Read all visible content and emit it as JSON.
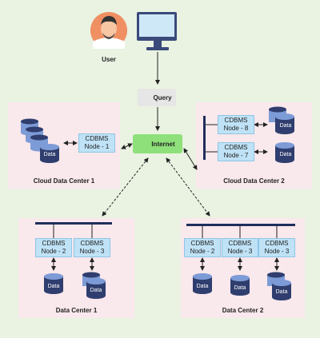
{
  "user": {
    "label": "User"
  },
  "query": {
    "label": "Query"
  },
  "internet": {
    "label": "Internet"
  },
  "cloud_dc1": {
    "title": "Cloud Data Center 1",
    "node_label": "CDBMS\nNode - 1",
    "db_label": "Data"
  },
  "cloud_dc2": {
    "title": "Cloud Data Center 2",
    "nodes": [
      {
        "label": "CDBMS\nNode - 8"
      },
      {
        "label": "CDBMS\nNode - 7"
      }
    ],
    "db_label": "Data"
  },
  "dc1": {
    "title": "Data Center 1",
    "nodes": [
      {
        "label": "CDBMS\nNode - 2"
      },
      {
        "label": "CDBMS\nNode - 3"
      }
    ],
    "db_label": "Data"
  },
  "dc2": {
    "title": "Data Center 2",
    "nodes": [
      {
        "label": "CDBMS\nNode - 2"
      },
      {
        "label": "CDBMS\nNode - 3"
      },
      {
        "label": "CDBMS\nNode - 3"
      }
    ],
    "db_label": "Data"
  },
  "colors": {
    "background": "#eaf2e2",
    "panel": "#f9e8ec",
    "node": "#bfe2f6",
    "bus": "#1f2e5c",
    "internet": "#8ee07a",
    "query": "#e6e6e6",
    "db_dark": "#2f3e6e",
    "db_light": "#7d9bd6",
    "user_face": "#f08f62",
    "monitor": "#3a4a7a"
  }
}
